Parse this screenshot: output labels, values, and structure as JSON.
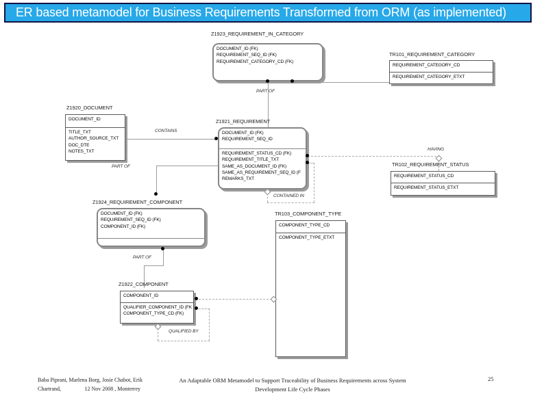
{
  "slide_title": "ER based metamodel for Business Requirements Transformed from ORM (as implemented)",
  "colors": {
    "title_bar_bg": "#27a8e8",
    "title_bar_text": "#ffffff",
    "title_bar_border": "#131345"
  },
  "entities": {
    "z1923": {
      "name": "Z1923_REQUIREMENT_IN_CATEGORY",
      "pk": [
        "DOCUMENT_ID (FK)",
        "REQUIREMENT_SEQ_ID (FK)",
        "REQUIREMENT_CATEGORY_CD (FK)"
      ],
      "attrs": []
    },
    "tr101": {
      "name": "TR101_REQUIREMENT_CATEGORY",
      "pk": [
        "REQUIREMENT_CATEGORY_CD"
      ],
      "attrs": [
        "REQUIREMENT_CATEGORY_ETXT"
      ]
    },
    "z1920": {
      "name": "Z1920_DOCUMENT",
      "pk": [
        "DOCUMENT_ID"
      ],
      "attrs": [
        "TITLE_TXT",
        "AUTHOR_SOURCE_TXT",
        "DOC_DTE",
        "NOTES_TXT"
      ]
    },
    "z1921": {
      "name": "Z1921_REQUIREMENT",
      "pk": [
        "DOCUMENT_ID (FK)",
        "REQUIREMENT_SEQ_ID"
      ],
      "attrs": [
        "REQUIREMENT_STATUS_CD (FK)",
        "REQUIREMENT_TITLE_TXT",
        "SAME_AS_DOCUMENT_ID (FK)",
        "SAME_AS_REQUIREMENT_SEQ_ID (F",
        "REMARKS_TXT"
      ]
    },
    "tr102": {
      "name": "TR102_REQUIREMENT_STATUS",
      "pk": [
        "REQUIREMENT_STATUS_CD"
      ],
      "attrs": [
        "REQUIREMENT_STATUS_ETXT"
      ]
    },
    "z1924": {
      "name": "Z1924_REQUIREMENT_COMPONENT",
      "pk": [
        "DOCUMENT_ID (FK)",
        "REQUIREMENT_SEQ_ID (FK)",
        "COMPONENT_ID (FK)"
      ],
      "attrs": []
    },
    "tr103": {
      "name": "TR103_COMPONENT_TYPE",
      "pk": [
        "COMPONENT_TYPE_CD"
      ],
      "attrs": [
        "COMPONENT_TYPE_ETXT"
      ]
    },
    "z1922": {
      "name": "Z1922_COMPONENT",
      "pk": [
        "COMPONENT_ID"
      ],
      "attrs": [
        "QUALIFIER_COMPONENT_ID (FK",
        "COMPONENT_TYPE_CD (FK)"
      ]
    }
  },
  "relationship_labels": {
    "part_of_category": "PART OF",
    "contains": "CONTAINS",
    "part_of_requirement": "PART OF",
    "having": "HAVING",
    "contained_in": "CONTAINED IN",
    "part_of_component": "PART OF",
    "qualified_by": "QUALIFIED BY"
  },
  "footer": {
    "authors_line1": "Baba Piprani, Marlena Borg, Josie Chabot, Erik",
    "authors_line2_left": "Chartrand,",
    "authors_line2_right": "12 Nov 2008 , Monterrey",
    "title_line1": "An Adaptable ORM Metamodel to Support Traceability of Business Requirements across System",
    "title_line2": "Development Life Cycle Phases",
    "page_number": "25"
  }
}
